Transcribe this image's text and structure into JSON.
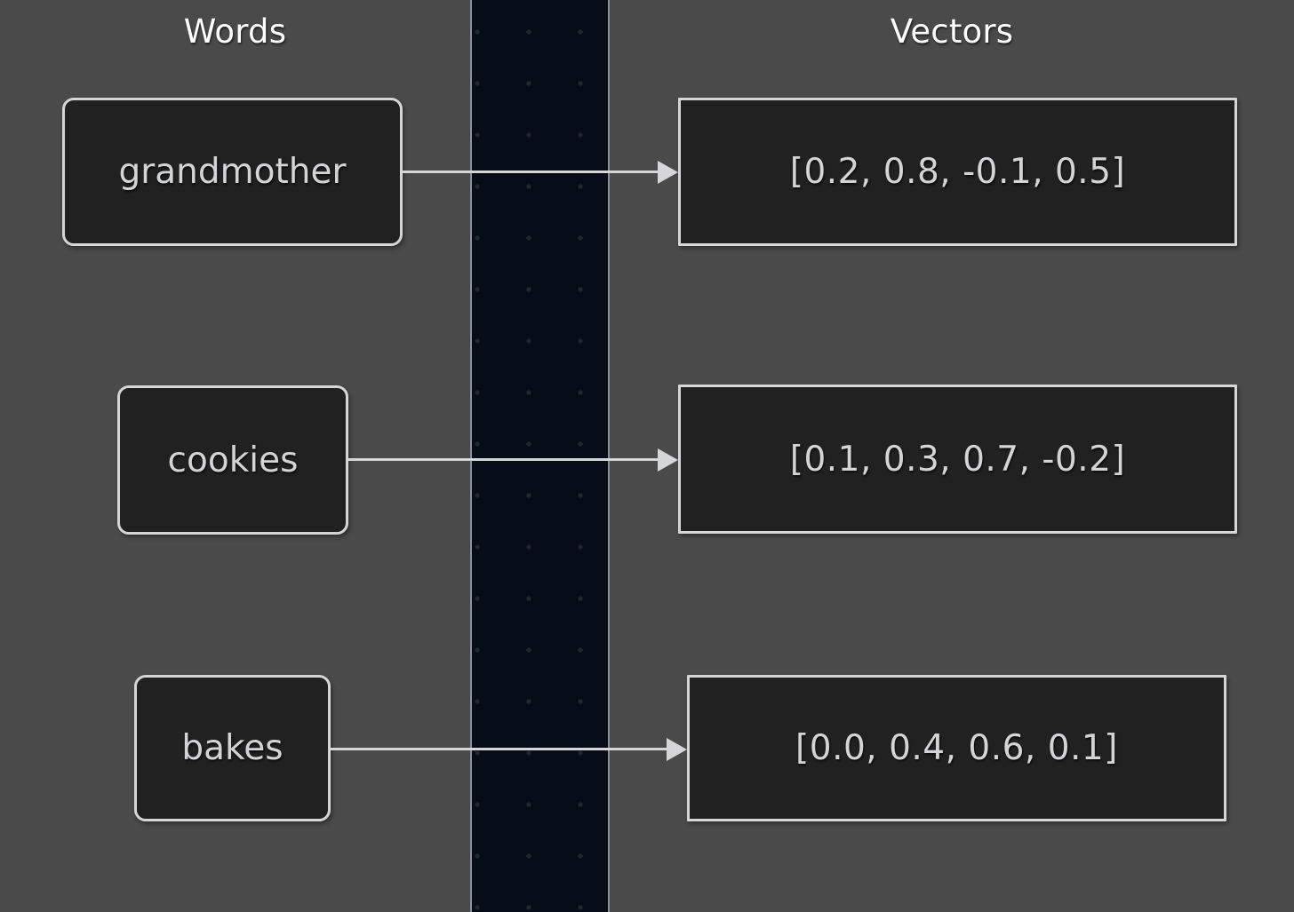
{
  "columns": {
    "left_title": "Words",
    "right_title": "Vectors"
  },
  "colors": {
    "background": "#4a4a4a",
    "band": "#070c19",
    "band_border": "#8c909c",
    "node_fill": "#212121",
    "node_border": "#d4d6d8",
    "node_text": "#d2d4d6",
    "title_text": "#ffffff",
    "connector": "#d4d6d8"
  },
  "rows": [
    {
      "word": "grandmother",
      "vector_text": "[0.2, 0.8, -0.1, 0.5]",
      "vector_values": [
        0.2,
        0.8,
        -0.1,
        0.5
      ]
    },
    {
      "word": "cookies",
      "vector_text": "[0.1, 0.3, 0.7, -0.2]",
      "vector_values": [
        0.1,
        0.3,
        0.7,
        -0.2
      ]
    },
    {
      "word": "bakes",
      "vector_text": "[0.0, 0.4, 0.6, 0.1]",
      "vector_values": [
        0.0,
        0.4,
        0.6,
        0.1
      ]
    }
  ]
}
